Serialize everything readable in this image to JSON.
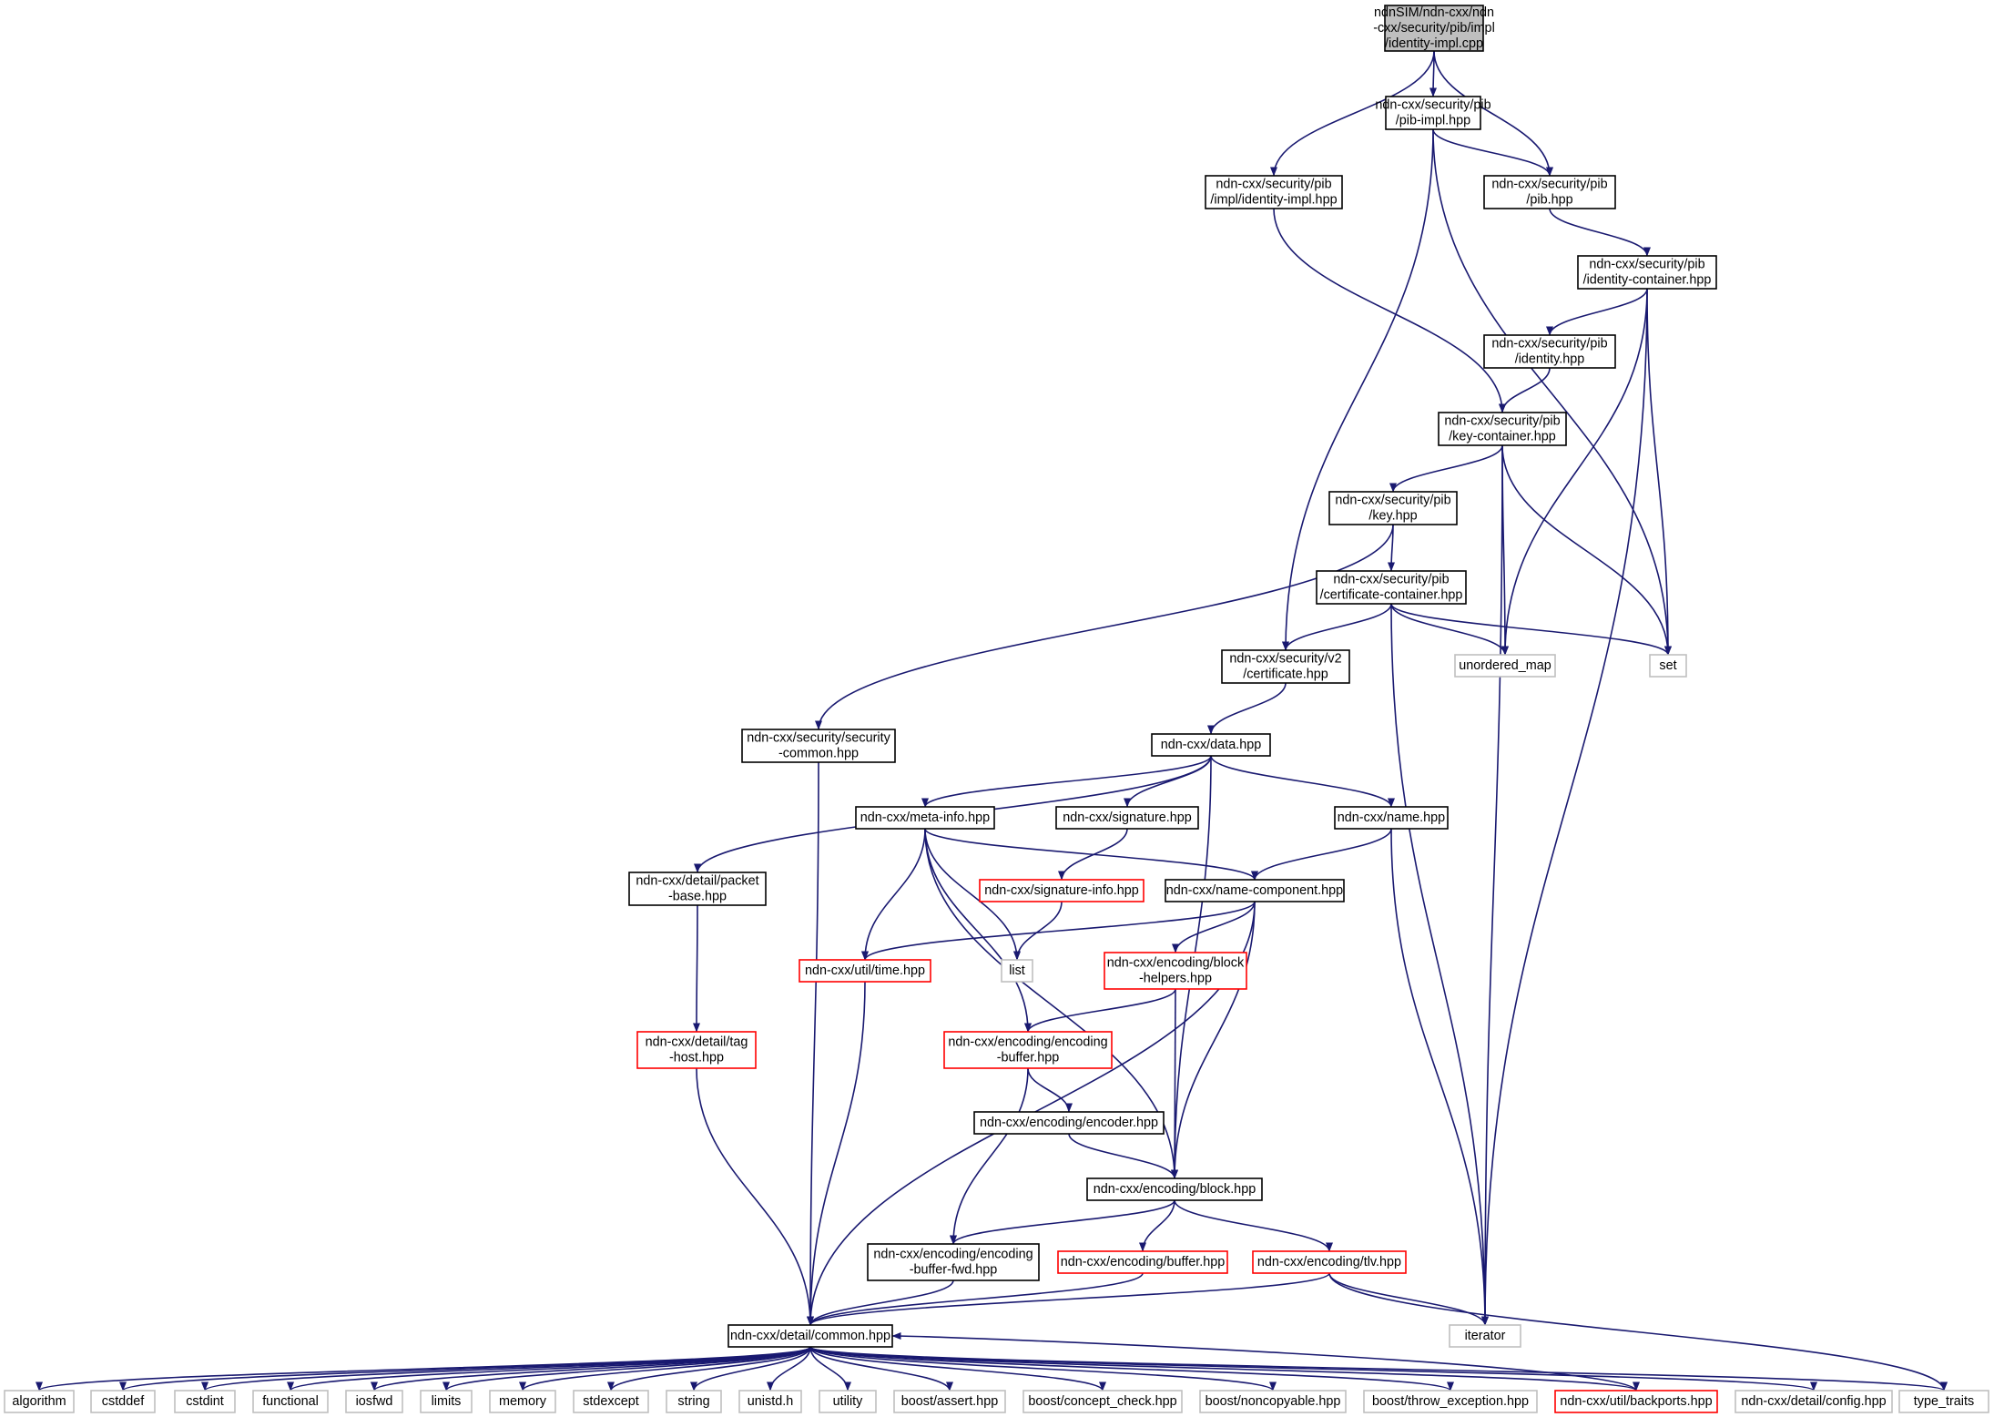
{
  "colors": {
    "edge": "#191970",
    "border_normal": "#000000",
    "border_linked": "#ff0000",
    "border_external": "#bfbfbf",
    "fill_root": "#bfbfbf",
    "fill_node": "#ffffff"
  },
  "nodes": [
    {
      "id": "identity_impl_cpp",
      "kind": "root",
      "lines": [
        "ndnSIM/ndn-cxx/ndn",
        "-cxx/security/pib/impl",
        "/identity-impl.cpp"
      ]
    },
    {
      "id": "pib_impl_hpp",
      "kind": "normal",
      "lines": [
        "ndn-cxx/security/pib",
        "/pib-impl.hpp"
      ]
    },
    {
      "id": "impl_identity_impl_hpp",
      "kind": "normal",
      "lines": [
        "ndn-cxx/security/pib",
        "/impl/identity-impl.hpp"
      ]
    },
    {
      "id": "pib_hpp",
      "kind": "normal",
      "lines": [
        "ndn-cxx/security/pib",
        "/pib.hpp"
      ]
    },
    {
      "id": "identity_container_hpp",
      "kind": "normal",
      "lines": [
        "ndn-cxx/security/pib",
        "/identity-container.hpp"
      ]
    },
    {
      "id": "identity_hpp",
      "kind": "normal",
      "lines": [
        "ndn-cxx/security/pib",
        "/identity.hpp"
      ]
    },
    {
      "id": "key_container_hpp",
      "kind": "normal",
      "lines": [
        "ndn-cxx/security/pib",
        "/key-container.hpp"
      ]
    },
    {
      "id": "key_hpp",
      "kind": "normal",
      "lines": [
        "ndn-cxx/security/pib",
        "/key.hpp"
      ]
    },
    {
      "id": "certificate_container_hpp",
      "kind": "normal",
      "lines": [
        "ndn-cxx/security/pib",
        "/certificate-container.hpp"
      ]
    },
    {
      "id": "unordered_map",
      "kind": "external",
      "lines": [
        "unordered_map"
      ]
    },
    {
      "id": "set",
      "kind": "external",
      "lines": [
        "set"
      ]
    },
    {
      "id": "v2_certificate_hpp",
      "kind": "normal",
      "lines": [
        "ndn-cxx/security/v2",
        "/certificate.hpp"
      ]
    },
    {
      "id": "security_common_hpp",
      "kind": "normal",
      "lines": [
        "ndn-cxx/security/security",
        "-common.hpp"
      ]
    },
    {
      "id": "data_hpp",
      "kind": "normal",
      "lines": [
        "ndn-cxx/data.hpp"
      ]
    },
    {
      "id": "meta_info_hpp",
      "kind": "normal",
      "lines": [
        "ndn-cxx/meta-info.hpp"
      ]
    },
    {
      "id": "signature_hpp",
      "kind": "normal",
      "lines": [
        "ndn-cxx/signature.hpp"
      ]
    },
    {
      "id": "name_hpp",
      "kind": "normal",
      "lines": [
        "ndn-cxx/name.hpp"
      ]
    },
    {
      "id": "packet_base_hpp",
      "kind": "normal",
      "lines": [
        "ndn-cxx/detail/packet",
        "-base.hpp"
      ]
    },
    {
      "id": "signature_info_hpp",
      "kind": "linked",
      "lines": [
        "ndn-cxx/signature-info.hpp"
      ]
    },
    {
      "id": "name_component_hpp",
      "kind": "normal",
      "lines": [
        "ndn-cxx/name-component.hpp"
      ]
    },
    {
      "id": "time_hpp",
      "kind": "linked",
      "lines": [
        "ndn-cxx/util/time.hpp"
      ]
    },
    {
      "id": "list",
      "kind": "external",
      "lines": [
        "list"
      ]
    },
    {
      "id": "block_helpers_hpp",
      "kind": "linked",
      "lines": [
        "ndn-cxx/encoding/block",
        "-helpers.hpp"
      ]
    },
    {
      "id": "tag_host_hpp",
      "kind": "linked",
      "lines": [
        "ndn-cxx/detail/tag",
        "-host.hpp"
      ]
    },
    {
      "id": "encoding_buffer_hpp",
      "kind": "linked",
      "lines": [
        "ndn-cxx/encoding/encoding",
        "-buffer.hpp"
      ]
    },
    {
      "id": "encoder_hpp",
      "kind": "normal",
      "lines": [
        "ndn-cxx/encoding/encoder.hpp"
      ]
    },
    {
      "id": "block_hpp",
      "kind": "normal",
      "lines": [
        "ndn-cxx/encoding/block.hpp"
      ]
    },
    {
      "id": "encoding_buffer_fwd_hpp",
      "kind": "normal",
      "lines": [
        "ndn-cxx/encoding/encoding",
        "-buffer-fwd.hpp"
      ]
    },
    {
      "id": "buffer_hpp",
      "kind": "linked",
      "lines": [
        "ndn-cxx/encoding/buffer.hpp"
      ]
    },
    {
      "id": "tlv_hpp",
      "kind": "linked",
      "lines": [
        "ndn-cxx/encoding/tlv.hpp"
      ]
    },
    {
      "id": "common_hpp",
      "kind": "normal",
      "lines": [
        "ndn-cxx/detail/common.hpp"
      ]
    },
    {
      "id": "iterator",
      "kind": "external",
      "lines": [
        "iterator"
      ]
    },
    {
      "id": "algorithm",
      "kind": "external",
      "lines": [
        "algorithm"
      ]
    },
    {
      "id": "cstddef",
      "kind": "external",
      "lines": [
        "cstddef"
      ]
    },
    {
      "id": "cstdint",
      "kind": "external",
      "lines": [
        "cstdint"
      ]
    },
    {
      "id": "functional",
      "kind": "external",
      "lines": [
        "functional"
      ]
    },
    {
      "id": "iosfwd",
      "kind": "external",
      "lines": [
        "iosfwd"
      ]
    },
    {
      "id": "limits",
      "kind": "external",
      "lines": [
        "limits"
      ]
    },
    {
      "id": "memory",
      "kind": "external",
      "lines": [
        "memory"
      ]
    },
    {
      "id": "stdexcept",
      "kind": "external",
      "lines": [
        "stdexcept"
      ]
    },
    {
      "id": "string",
      "kind": "external",
      "lines": [
        "string"
      ]
    },
    {
      "id": "unistd_h",
      "kind": "external",
      "lines": [
        "unistd.h"
      ]
    },
    {
      "id": "utility",
      "kind": "external",
      "lines": [
        "utility"
      ]
    },
    {
      "id": "boost_assert_hpp",
      "kind": "external",
      "lines": [
        "boost/assert.hpp"
      ]
    },
    {
      "id": "boost_concept_check_hpp",
      "kind": "external",
      "lines": [
        "boost/concept_check.hpp"
      ]
    },
    {
      "id": "boost_noncopyable_hpp",
      "kind": "external",
      "lines": [
        "boost/noncopyable.hpp"
      ]
    },
    {
      "id": "boost_throw_exception_hpp",
      "kind": "external",
      "lines": [
        "boost/throw_exception.hpp"
      ]
    },
    {
      "id": "backports_hpp",
      "kind": "linked",
      "lines": [
        "ndn-cxx/util/backports.hpp"
      ]
    },
    {
      "id": "config_hpp",
      "kind": "external",
      "lines": [
        "ndn-cxx/detail/config.hpp"
      ]
    },
    {
      "id": "type_traits",
      "kind": "external",
      "lines": [
        "type_traits"
      ]
    }
  ],
  "edges": [
    [
      "identity_impl_cpp",
      "pib_impl_hpp"
    ],
    [
      "identity_impl_cpp",
      "impl_identity_impl_hpp"
    ],
    [
      "identity_impl_cpp",
      "pib_hpp"
    ],
    [
      "pib_impl_hpp",
      "pib_hpp"
    ],
    [
      "pib_impl_hpp",
      "v2_certificate_hpp"
    ],
    [
      "pib_impl_hpp",
      "set"
    ],
    [
      "impl_identity_impl_hpp",
      "key_container_hpp"
    ],
    [
      "pib_hpp",
      "identity_container_hpp"
    ],
    [
      "identity_container_hpp",
      "identity_hpp"
    ],
    [
      "identity_container_hpp",
      "unordered_map"
    ],
    [
      "identity_container_hpp",
      "set"
    ],
    [
      "identity_container_hpp",
      "iterator"
    ],
    [
      "identity_hpp",
      "key_container_hpp"
    ],
    [
      "key_container_hpp",
      "key_hpp"
    ],
    [
      "key_container_hpp",
      "unordered_map"
    ],
    [
      "key_container_hpp",
      "set"
    ],
    [
      "key_container_hpp",
      "iterator"
    ],
    [
      "key_hpp",
      "certificate_container_hpp"
    ],
    [
      "key_hpp",
      "security_common_hpp"
    ],
    [
      "certificate_container_hpp",
      "v2_certificate_hpp"
    ],
    [
      "certificate_container_hpp",
      "unordered_map"
    ],
    [
      "certificate_container_hpp",
      "set"
    ],
    [
      "certificate_container_hpp",
      "iterator"
    ],
    [
      "v2_certificate_hpp",
      "data_hpp"
    ],
    [
      "security_common_hpp",
      "common_hpp"
    ],
    [
      "data_hpp",
      "meta_info_hpp"
    ],
    [
      "data_hpp",
      "signature_hpp"
    ],
    [
      "data_hpp",
      "name_hpp"
    ],
    [
      "data_hpp",
      "packet_base_hpp"
    ],
    [
      "data_hpp",
      "block_hpp"
    ],
    [
      "meta_info_hpp",
      "name_component_hpp"
    ],
    [
      "meta_info_hpp",
      "time_hpp"
    ],
    [
      "meta_info_hpp",
      "list"
    ],
    [
      "meta_info_hpp",
      "encoding_buffer_hpp"
    ],
    [
      "meta_info_hpp",
      "block_hpp"
    ],
    [
      "signature_hpp",
      "signature_info_hpp"
    ],
    [
      "signature_info_hpp",
      "list"
    ],
    [
      "name_hpp",
      "name_component_hpp"
    ],
    [
      "name_hpp",
      "iterator"
    ],
    [
      "packet_base_hpp",
      "tag_host_hpp"
    ],
    [
      "name_component_hpp",
      "time_hpp"
    ],
    [
      "name_component_hpp",
      "block_helpers_hpp"
    ],
    [
      "name_component_hpp",
      "block_hpp"
    ],
    [
      "name_component_hpp",
      "common_hpp"
    ],
    [
      "time_hpp",
      "common_hpp"
    ],
    [
      "block_helpers_hpp",
      "encoding_buffer_hpp"
    ],
    [
      "block_helpers_hpp",
      "block_hpp"
    ],
    [
      "tag_host_hpp",
      "common_hpp"
    ],
    [
      "encoding_buffer_hpp",
      "encoder_hpp"
    ],
    [
      "encoding_buffer_hpp",
      "encoding_buffer_fwd_hpp"
    ],
    [
      "encoder_hpp",
      "block_hpp"
    ],
    [
      "block_hpp",
      "encoding_buffer_fwd_hpp"
    ],
    [
      "block_hpp",
      "buffer_hpp"
    ],
    [
      "block_hpp",
      "tlv_hpp"
    ],
    [
      "encoding_buffer_fwd_hpp",
      "common_hpp"
    ],
    [
      "buffer_hpp",
      "common_hpp"
    ],
    [
      "tlv_hpp",
      "common_hpp"
    ],
    [
      "tlv_hpp",
      "iterator"
    ],
    [
      "tlv_hpp",
      "type_traits"
    ],
    [
      "common_hpp",
      "algorithm"
    ],
    [
      "common_hpp",
      "cstddef"
    ],
    [
      "common_hpp",
      "cstdint"
    ],
    [
      "common_hpp",
      "functional"
    ],
    [
      "common_hpp",
      "iosfwd"
    ],
    [
      "common_hpp",
      "limits"
    ],
    [
      "common_hpp",
      "memory"
    ],
    [
      "common_hpp",
      "stdexcept"
    ],
    [
      "common_hpp",
      "string"
    ],
    [
      "common_hpp",
      "unistd_h"
    ],
    [
      "common_hpp",
      "utility"
    ],
    [
      "common_hpp",
      "boost_assert_hpp"
    ],
    [
      "common_hpp",
      "boost_concept_check_hpp"
    ],
    [
      "common_hpp",
      "boost_noncopyable_hpp"
    ],
    [
      "common_hpp",
      "boost_throw_exception_hpp"
    ],
    [
      "common_hpp",
      "backports_hpp"
    ],
    [
      "common_hpp",
      "config_hpp"
    ],
    [
      "common_hpp",
      "type_traits"
    ],
    [
      "backports_hpp",
      "common_hpp"
    ]
  ]
}
